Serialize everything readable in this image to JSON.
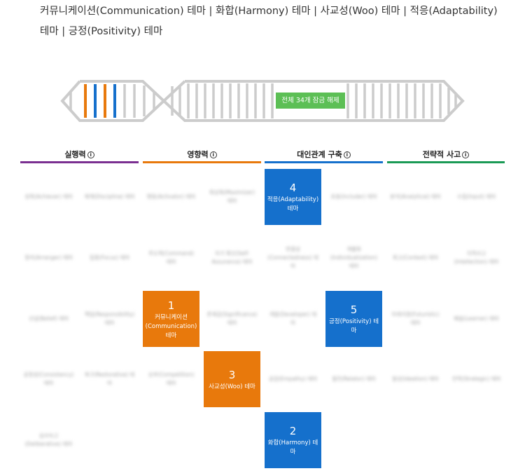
{
  "header": {
    "text": "커뮤니케이션(Communication) 테마 | 화합(Harmony) 테마 | 사교성(Woo) 테마 | 적응(Adaptability) 테마 | 긍정(Positivity) 테마"
  },
  "dna": {
    "unlock_label": "전체 34개 잠금 해제",
    "strand_colors": [
      "#e8790c",
      "#1570cc",
      "#e8790c",
      "#1570cc"
    ],
    "outline_color": "#cccccc"
  },
  "columns": [
    {
      "label": "실행력",
      "color": "#7a2f91"
    },
    {
      "label": "영향력",
      "color": "#e8790c"
    },
    {
      "label": "대인관계 구축",
      "color": "#1570cc"
    },
    {
      "label": "전략적 사고",
      "color": "#1a9a55"
    }
  ],
  "info_icon": "ⓘ",
  "blurred_cells": [
    "성취(Achiever) 테마",
    "체계(Discipline) 테마",
    "행동(Activator) 테마",
    "최상화(Maximizer) 테마",
    "포용(Includer) 테마",
    "분석(Analytical) 테마",
    "수집(Input) 테마",
    "정리(Arranger) 테마",
    "집중(Focus) 테마",
    "주도력(Command) 테마",
    "자기 확신(Self-Assurance) 테마",
    "연결성(Connectedness) 테마",
    "개별화(Individualization) 테마",
    "회고(Context) 테마",
    "지적사고(Intellection) 테마",
    "신념(Belief) 테마",
    "책임(Responsibility) 테마",
    "존재감(Significance) 테마",
    "개발(Developer) 테마",
    "미래지향(Futuristic) 테마",
    "배움(Learner) 테마",
    "공정성(Consistency) 테마",
    "복구(Restorative) 테마",
    "승부(Competition) 테마",
    "공감(Empathy) 테마",
    "절친(Relator) 테마",
    "발상(Ideation) 테마",
    "전략(Strategic) 테마",
    "심사숙고(Deliberative) 테마"
  ],
  "tiles": [
    {
      "num": "4",
      "label": "적응(Adaptability) 테마",
      "color": "blue"
    },
    {
      "num": "1",
      "label": "커뮤니케이션(Communication) 테마",
      "color": "orange"
    },
    {
      "num": "5",
      "label": "긍정(Positivity) 테마",
      "color": "blue"
    },
    {
      "num": "3",
      "label": "사교성(Woo) 테마",
      "color": "orange"
    },
    {
      "num": "2",
      "label": "화합(Harmony) 테마",
      "color": "blue"
    }
  ]
}
